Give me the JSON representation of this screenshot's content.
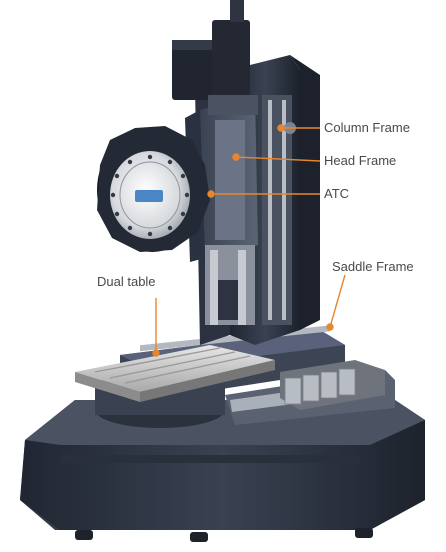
{
  "labels": {
    "column_frame": "Column Frame",
    "head_frame": "Head Frame",
    "atc": "ATC",
    "saddle_frame": "Saddle Frame",
    "dual_table": "Dual table"
  },
  "atc_badge_text": "",
  "colors": {
    "leader": "#e8862e",
    "machine_dark": "#2e3440",
    "machine_mid": "#4b5563",
    "machine_light": "#9ca3af",
    "table": "#d4d4d4",
    "text": "#4a4a4a"
  }
}
